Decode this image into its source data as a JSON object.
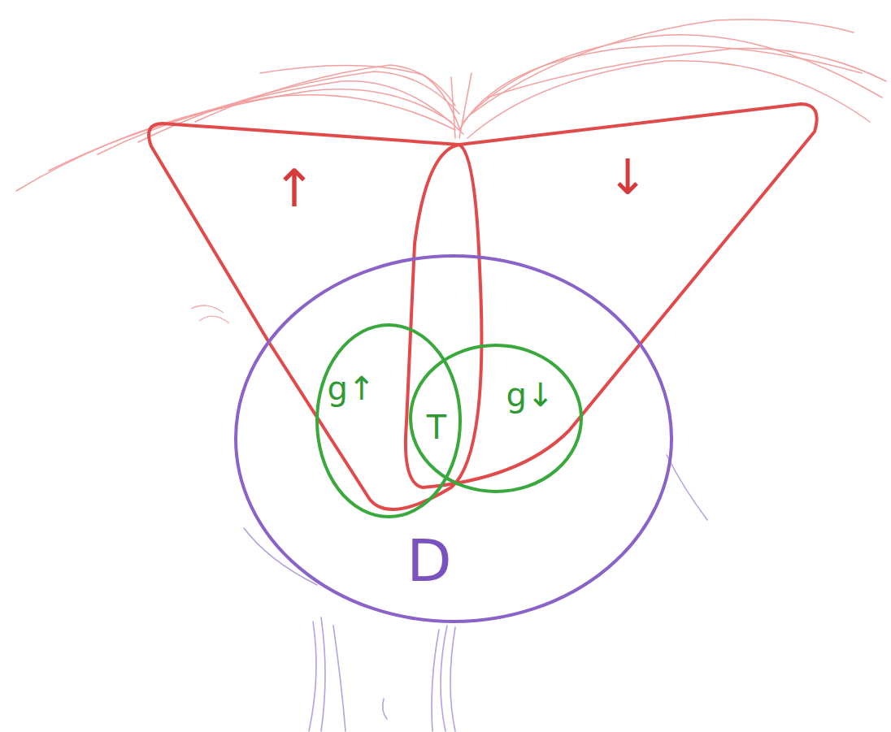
{
  "diagram": {
    "nodes": [
      {
        "text": [
          "↑"
        ]
      },
      {
        "text": [
          "↓"
        ]
      },
      {
        "text": [
          "D"
        ]
      },
      {
        "text": [
          "g↑"
        ],
        "in": 2
      },
      {
        "text": [
          "g↓"
        ],
        "in": 2
      }
    ],
    "labels": [
      "T"
    ]
  }
}
